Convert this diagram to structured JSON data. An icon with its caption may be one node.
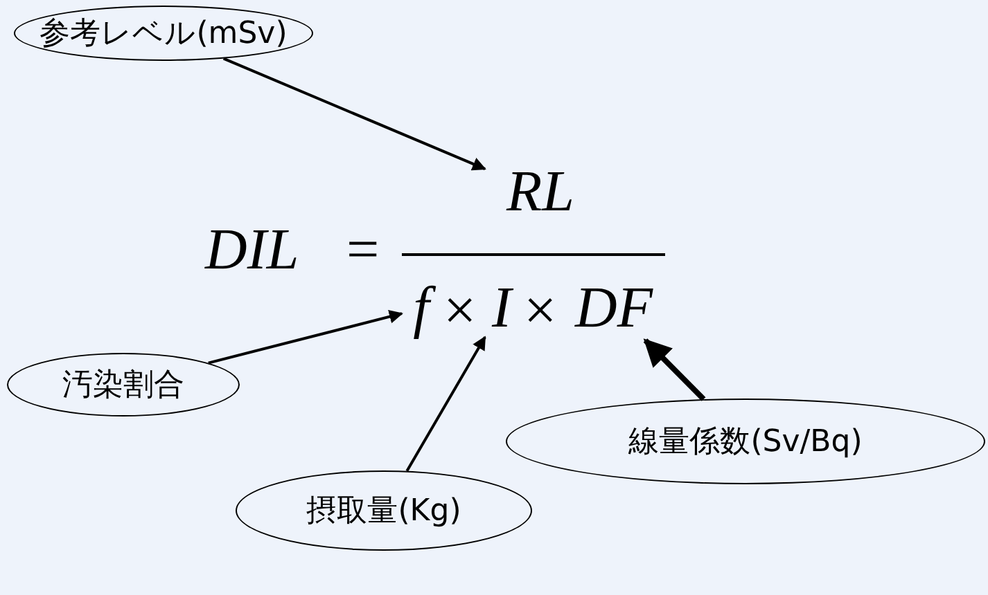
{
  "diagram": {
    "nodes": [
      {
        "text": [
          "参考レベル(mSv)"
        ]
      },
      {
        "text": [
          "RL"
        ]
      },
      {
        "text": [
          "f"
        ]
      },
      {
        "text": [
          "I"
        ]
      },
      {
        "text": [
          "DF"
        ]
      },
      {
        "text": [
          "汚染割合"
        ]
      },
      {
        "text": [
          "線量係数(Sv/Bq)"
        ]
      },
      {
        "text": [
          "摂取量(Kg)"
        ]
      }
    ],
    "edges": [
      {
        "from": 0,
        "to": 1,
        "arrow": "to"
      },
      {
        "from": 5,
        "to": 2,
        "arrow": "to"
      },
      {
        "from": 7,
        "to": 3,
        "arrow": "to"
      },
      {
        "from": 6,
        "to": 4,
        "arrow": "to",
        "style": "thick"
      }
    ],
    "labels": [
      "DIL",
      "=",
      "×",
      "×"
    ]
  }
}
